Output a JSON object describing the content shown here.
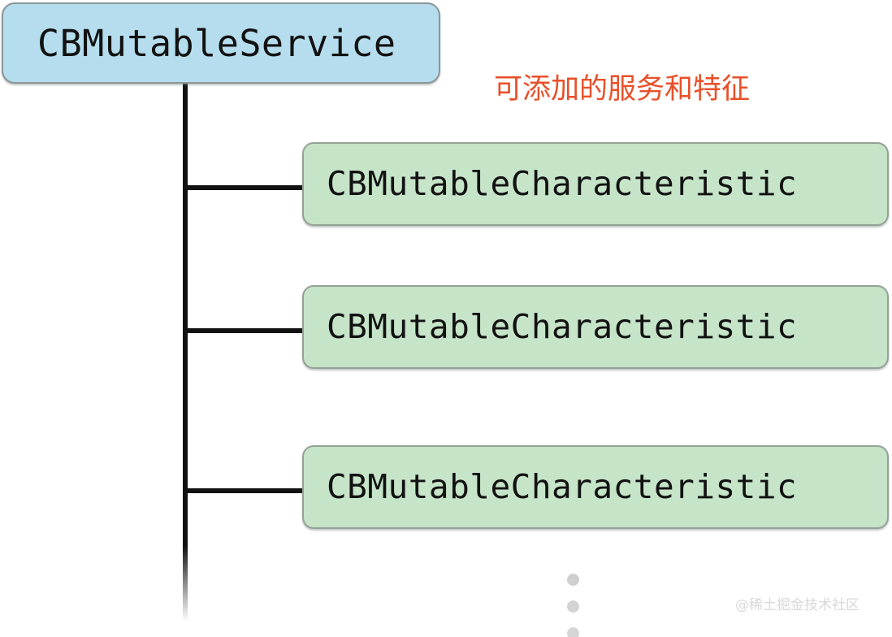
{
  "diagram": {
    "title_node": {
      "label": "CBMutableService",
      "fill_color": "#b5dded",
      "border_color": "#8a9698"
    },
    "annotation": {
      "text": "可添加的服务和特征",
      "color": "#e8502a"
    },
    "child_nodes": [
      {
        "label": "CBMutableCharacteristic",
        "fill_color": "#c6e4c8",
        "border_color": "#94a296"
      },
      {
        "label": "CBMutableCharacteristic",
        "fill_color": "#c6e4c8",
        "border_color": "#94a296"
      },
      {
        "label": "CBMutableCharacteristic",
        "fill_color": "#c6e4c8",
        "border_color": "#94a296"
      }
    ],
    "continuation": {
      "symbol": "vertical-ellipsis",
      "dot_color": "#cfcfcf",
      "dot_count": 3
    },
    "connector_color": "#111111"
  },
  "watermark": {
    "text": "@稀土掘金技术社区"
  }
}
